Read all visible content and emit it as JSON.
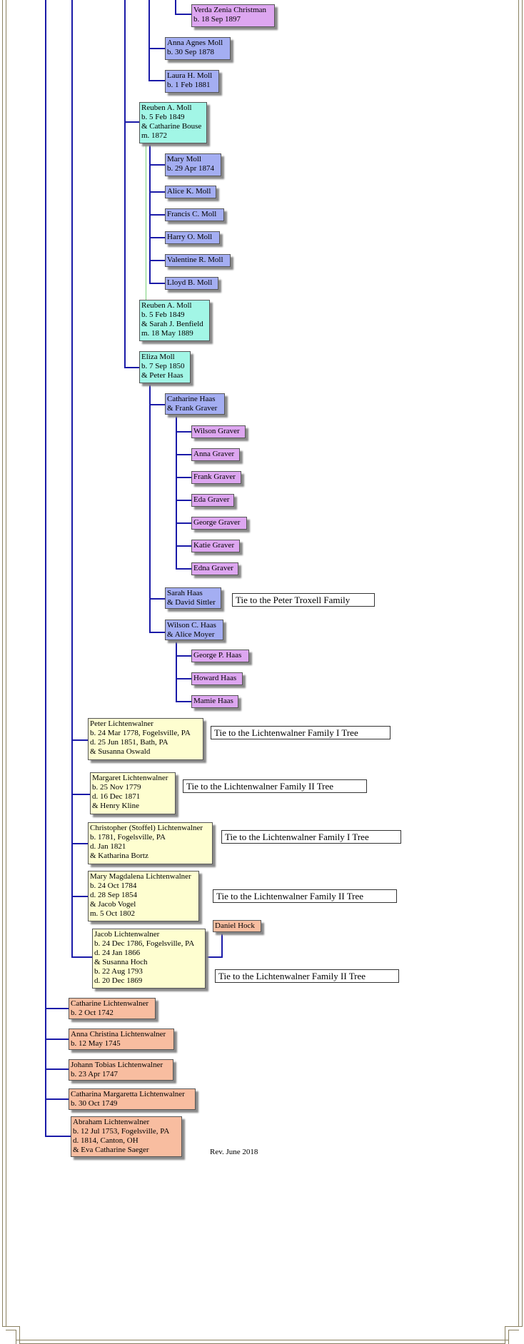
{
  "people": {
    "verda": [
      "Verda Zenia Christman",
      "b. 18 Sep 1897"
    ],
    "anna_agnes": [
      "Anna Agnes Moll",
      "b. 30 Sep 1878"
    ],
    "laura": [
      "Laura H. Moll",
      "b. 1 Feb 1881"
    ],
    "reuben1": [
      "Reuben A. Moll",
      "b. 5 Feb 1849",
      "& Catharine Bouse",
      "m. 1872"
    ],
    "mary_moll": [
      "Mary Moll",
      "b. 29 Apr 1874"
    ],
    "alice": [
      "Alice K. Moll"
    ],
    "francis": [
      "Francis C. Moll"
    ],
    "harry": [
      "Harry O. Moll"
    ],
    "valentine": [
      "Valentine R. Moll"
    ],
    "lloyd": [
      "Lloyd B. Moll"
    ],
    "reuben2": [
      "Reuben A. Moll",
      "b. 5 Feb 1849",
      "& Sarah J. Benfield",
      "m. 18 May 1889"
    ],
    "eliza": [
      "Eliza Moll",
      "b. 7 Sep 1850",
      "& Peter Haas"
    ],
    "catharine_haas": [
      "Catharine Haas",
      "& Frank Graver"
    ],
    "wilson_graver": [
      "Wilson Graver"
    ],
    "anna_graver": [
      "Anna Graver"
    ],
    "frank_graver": [
      "Frank Graver"
    ],
    "eda_graver": [
      "Eda Graver"
    ],
    "george_graver": [
      "George Graver"
    ],
    "katie_graver": [
      "Katie Graver"
    ],
    "edna_graver": [
      "Edna Graver"
    ],
    "sarah_haas": [
      "Sarah Haas",
      "& David Sittler"
    ],
    "wilson_haas": [
      "Wilson C. Haas",
      "& Alice Moyer"
    ],
    "george_haas": [
      "George P. Haas"
    ],
    "howard_haas": [
      "Howard Haas"
    ],
    "mamie_haas": [
      "Mamie Haas"
    ],
    "peter_l": [
      "Peter Lichtenwalner",
      "b. 24 Mar 1778, Fogelsville, PA",
      "d. 25 Jun 1851, Bath, PA",
      "& Susanna Oswald"
    ],
    "margaret_l": [
      "Margaret Lichtenwalner",
      "b. 25 Nov 1779",
      "d. 16 Dec 1871",
      "& Henry Kline"
    ],
    "christopher_l": [
      "Christopher (Stoffel) Lichtenwalner",
      "b. 1781, Fogelsville, PA",
      "d. Jan 1821",
      "& Katharina Bortz"
    ],
    "mary_magdalena_l": [
      "Mary Magdalena Lichtenwalner",
      "b. 24 Oct 1784",
      "d. 28 Sep 1854",
      "& Jacob Vogel",
      "m. 5 Oct 1802"
    ],
    "jacob_l": [
      "Jacob Lichtenwalner",
      "b. 24 Dec 1786, Fogelsville, PA",
      "d. 24 Jan 1866",
      "& Susanna Hoch",
      "b. 22 Aug 1793",
      "d. 20 Dec 1869"
    ],
    "daniel_hock": [
      "Daniel Hock"
    ],
    "catharine_l": [
      "Catharine Lichtenwalner",
      "b. 2 Oct 1742"
    ],
    "anna_christina_l": [
      "Anna Christina Lichtenwalner",
      "b. 12 May 1745"
    ],
    "johann_tobias_l": [
      "Johann Tobias Lichtenwalner",
      "b. 23 Apr 1747"
    ],
    "catharina_margaretta_l": [
      "Catharina Margaretta Lichtenwalner",
      "b. 30 Oct 1749"
    ],
    "abraham_l": [
      "Abraham Lichtenwalner",
      "b. 12 Jul 1753, Fogelsville, PA",
      "d. 1814, Canton, OH",
      "& Eva Catharine Saeger"
    ]
  },
  "ties": {
    "troxell": "Tie to the Peter Troxell Family",
    "peter_l": "Tie to the Lichtenwalner Family I Tree",
    "margaret_l": "Tie to the Lichtenwalner Family II Tree",
    "christopher_l": "Tie to the Lichtenwalner Family I Tree",
    "mary_magdalena_l": "Tie to the Lichtenwalner Family II Tree",
    "jacob_l": "Tie to the Lichtenwalner Family II Tree"
  },
  "revision": "Rev. June 2018",
  "colors": {
    "generation_purple": "#dda6f0",
    "generation_blue": "#a4aef2",
    "generation_teal": "#a2f6e6",
    "generation_yellow": "#fefed0",
    "generation_orange": "#f8bda0",
    "connector": "#1a1aa8"
  }
}
